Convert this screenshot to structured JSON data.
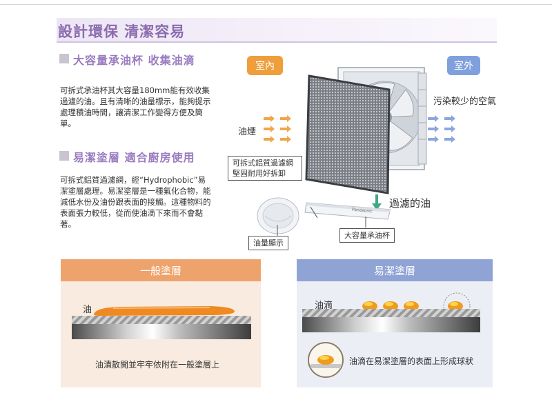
{
  "page": {
    "main_title": "設計環保  清潔容易"
  },
  "section1": {
    "title": "大容量承油杯  收集油滴",
    "body": "可拆式承油杯其大容量180mm能有效收集過濾的油。且有清晰的油量標示，能夠提示處理積油時間，讓清潔工作變得方便及簡單。"
  },
  "section2": {
    "title": "易潔塗層  適合廚房使用",
    "body": "可拆式鋁質過濾網，經“Hydrophobic”易潔塗層處理。易潔塗層是一種氟化合物，能減低水份及油份跟表面的接觸。這種物料的表面張力較低，從而使油滴下來而不會黏著。"
  },
  "diagram": {
    "indoor": "室內",
    "outdoor": "室外",
    "oil_smoke": "油煙",
    "less_polluted_air": "污染較少的空氣",
    "filter_label_1": "可拆式鋁質過濾網",
    "filter_label_2": "堅固耐用好拆卸",
    "filtered_oil": "過濾的油",
    "oil_level": "油量顯示",
    "oil_cup": "大容量承油杯",
    "brand": "Panasonic"
  },
  "compare": {
    "normal": {
      "title": "一般塗層",
      "oil": "油",
      "caption": "油漬散開並牢牢依附在一般塗層上"
    },
    "easy": {
      "title": "易潔塗層",
      "droplet": "油滴",
      "caption": "油滴在易潔塗層的表面上形成球狀"
    }
  },
  "colors": {
    "title_purple": "#8c6bb0",
    "orange_tag": "#ef9e3c",
    "blue_tag": "#7fa0dc",
    "arrow_orange": "#f0a64a",
    "arrow_blue": "#8ca6df",
    "arrow_teal": "#3fa886"
  }
}
